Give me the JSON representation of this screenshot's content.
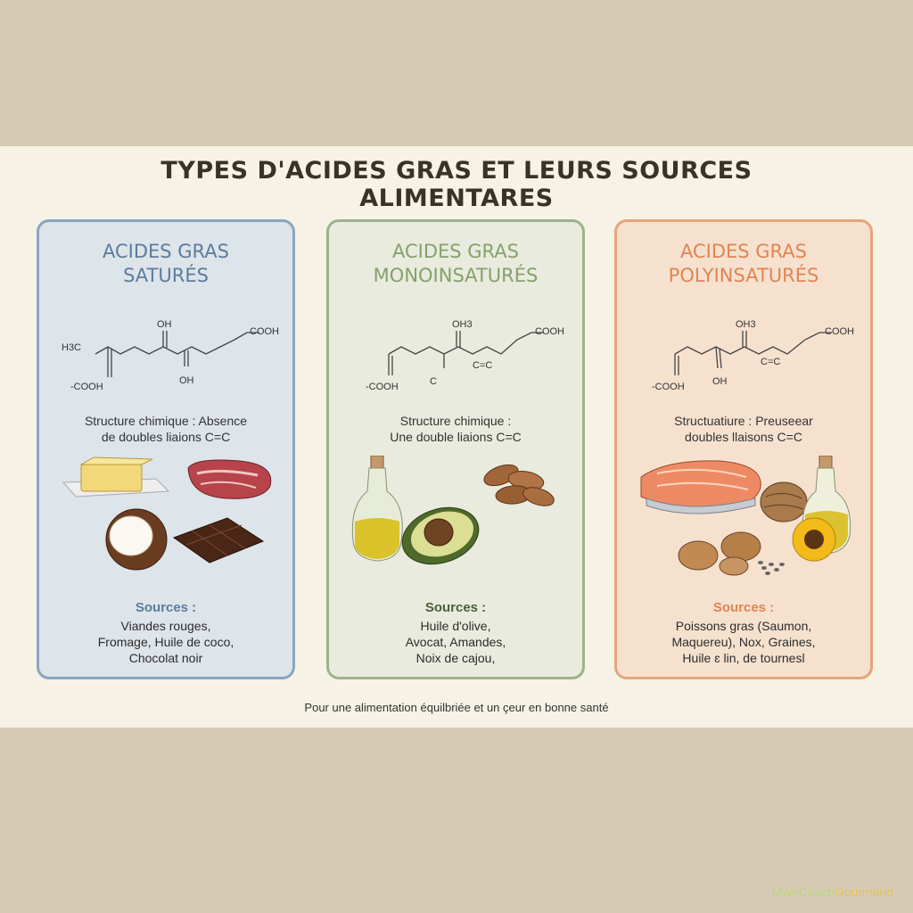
{
  "title_line1": "TYPES D'ACIDES GRAS ET LEURS SOURCES",
  "title_line2": "ALIMENTARES",
  "panels": [
    {
      "heading_line1": "ACIDES GRAS",
      "heading_line2": "SATURÉS",
      "mol_labels": [
        "OH",
        "H3C",
        "COOH",
        "-COOH",
        "OH"
      ],
      "structure_line1": "Structure chimique : Absence",
      "structure_line2": "de doubles liaions C=C",
      "sources_heading": "Sources :",
      "sources_line1": "Viandes rouges,",
      "sources_line2": "Fromage, Huile de coco,",
      "sources_line3": "Chocolat noir",
      "color": "#8aa5bf"
    },
    {
      "heading_line1": "ACIDES GRAS",
      "heading_line2": "MONOINSATURÉS",
      "mol_labels": [
        "OH3",
        "COOH",
        "-COOH",
        "C",
        "C=C"
      ],
      "structure_line1": "Structure chimique :",
      "structure_line2": "Une double liaions C=C",
      "sources_heading": "Sources :",
      "sources_line1": "Huile d'olive,",
      "sources_line2": "Avocat, Amandes,",
      "sources_line3": "Noix de cajou,",
      "color": "#9db28a"
    },
    {
      "heading_line1": "ACIDES GRAS",
      "heading_line2": "POLYINSATURÉS",
      "mol_labels": [
        "OH3",
        "COOH",
        "-COOH",
        "OH",
        "C=C"
      ],
      "structure_line1": "Structuatiure : Preuseear",
      "structure_line2": "doubles llaisons C=C",
      "sources_heading": "Sources :",
      "sources_line1": "Poissons gras (Saumon,",
      "sources_line2": "Maquereu), Nox, Graines,",
      "sources_line3": "Huile ɛ lin, de tournesl",
      "color": "#e5a57c"
    }
  ],
  "footer": "Pour une alimentation équilbriée et un çeur en bonne santé",
  "brand_part1": "MwnCoach",
  "brand_part2": "Gourmand"
}
